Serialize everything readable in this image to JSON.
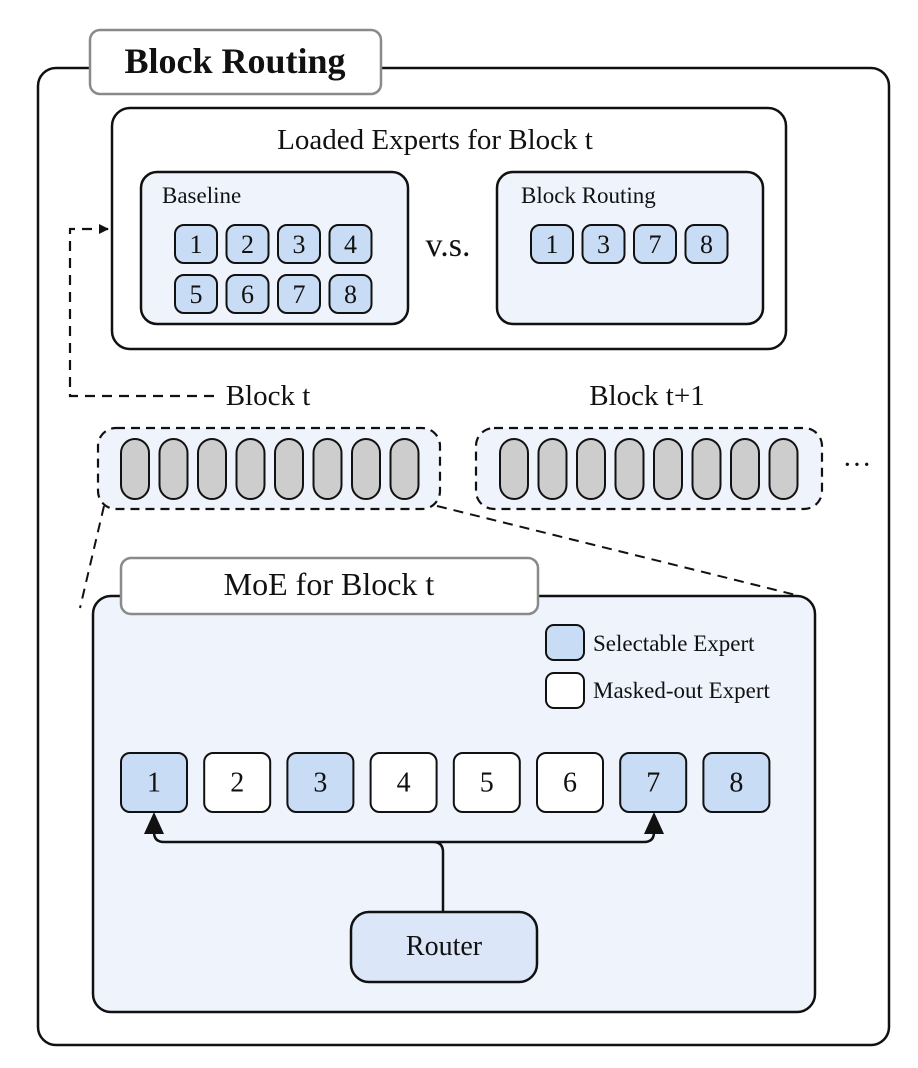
{
  "title": "Block Routing",
  "loaded_panel": {
    "title": "Loaded Experts for Block t",
    "baseline": {
      "label": "Baseline",
      "experts": [
        "1",
        "2",
        "3",
        "4",
        "5",
        "6",
        "7",
        "8"
      ]
    },
    "vs": "v.s.",
    "block_routing": {
      "label": "Block Routing",
      "experts": [
        "1",
        "3",
        "7",
        "8"
      ]
    }
  },
  "blocks": [
    {
      "label": "Block t"
    },
    {
      "label": "Block t+1"
    }
  ],
  "ellipsis": "···",
  "moe": {
    "title": "MoE for Block t",
    "legend": {
      "selectable": "Selectable Expert",
      "masked": "Masked-out Expert"
    },
    "experts": [
      {
        "label": "1",
        "selectable": true
      },
      {
        "label": "2",
        "selectable": false
      },
      {
        "label": "3",
        "selectable": true
      },
      {
        "label": "4",
        "selectable": false
      },
      {
        "label": "5",
        "selectable": false
      },
      {
        "label": "6",
        "selectable": false
      },
      {
        "label": "7",
        "selectable": true
      },
      {
        "label": "8",
        "selectable": true
      }
    ],
    "router": "Router"
  },
  "colors": {
    "selectable_fill": "#c9dcf5",
    "panel_fill": "#eef3fc",
    "router_fill": "#dbe7f8",
    "slot_fill": "#cdcdcd",
    "stroke": "#111111",
    "tab_stroke": "#8a8a8a"
  }
}
